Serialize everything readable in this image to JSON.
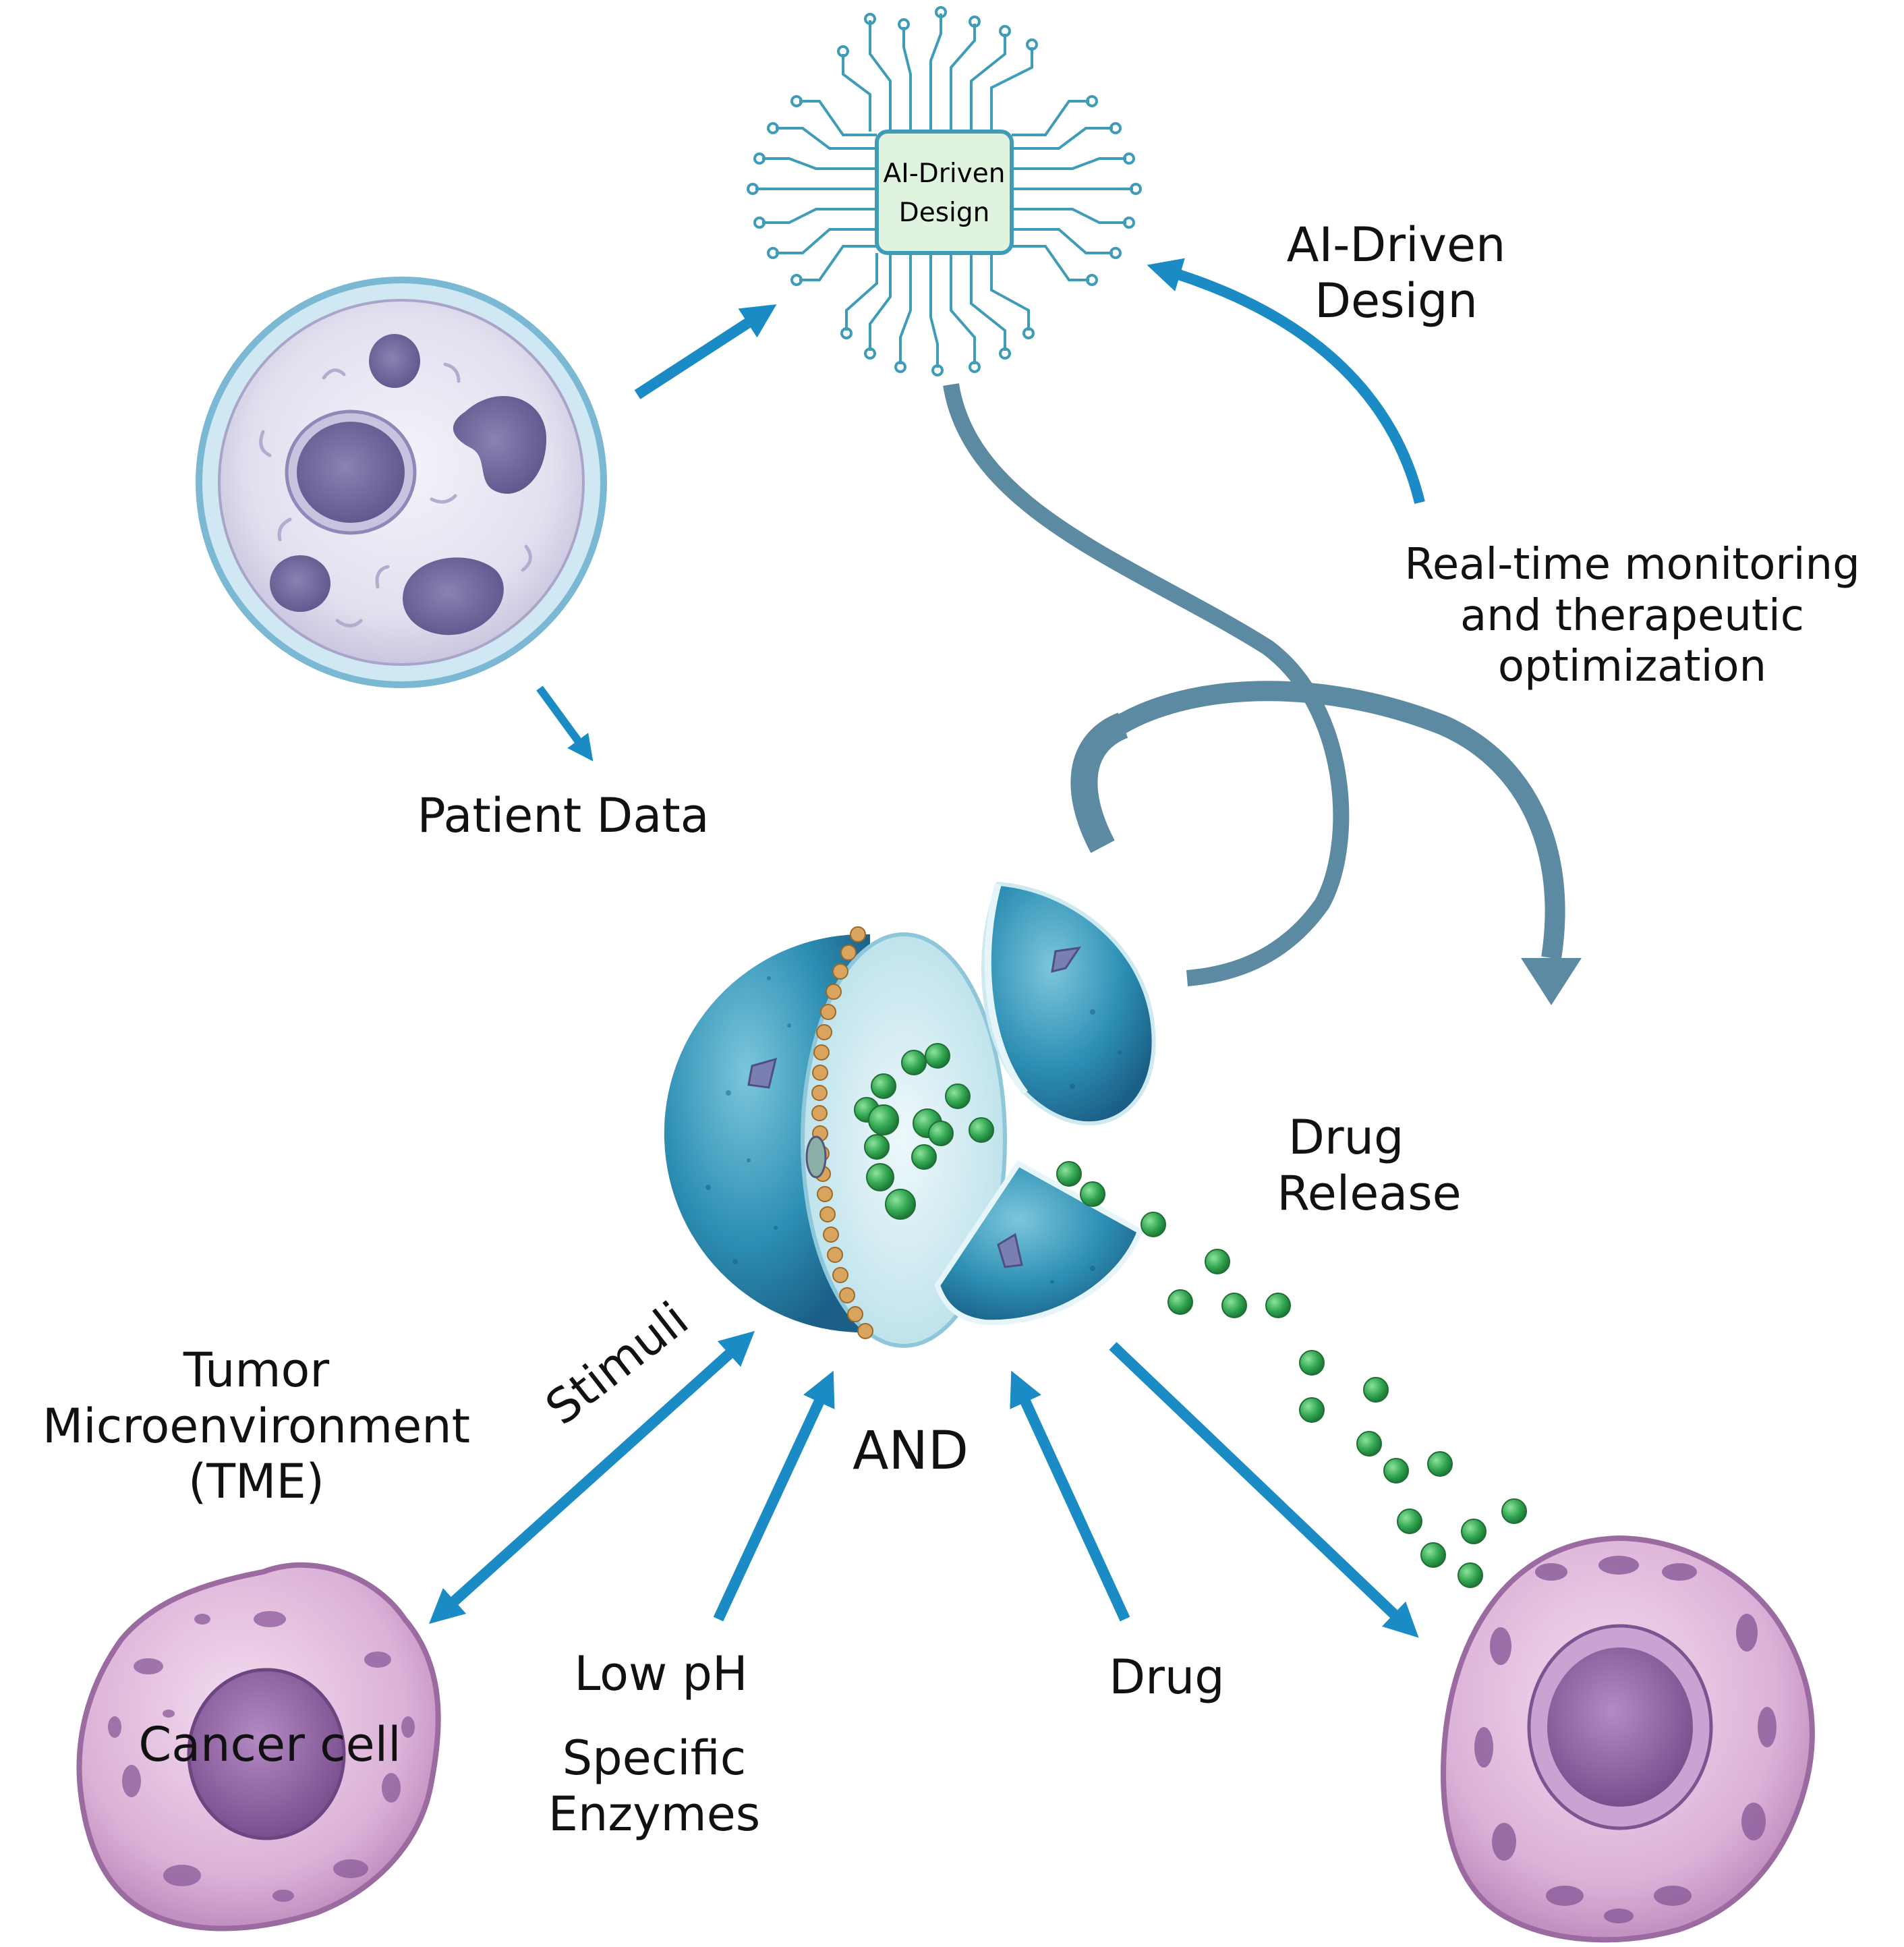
{
  "chip": {
    "line1": "AI-Driven",
    "line2": "Design"
  },
  "labels": {
    "ai_design": {
      "line1": "AI-Driven",
      "line2": "Design"
    },
    "monitoring": {
      "line1": "Real-time monitoring",
      "line2": "and therapeutic",
      "line3": "optimization"
    },
    "patient_data": "Patient Data",
    "drug_release": {
      "line1": "Drug",
      "line2": "Release"
    },
    "stimuli": "Stimuli",
    "tme": {
      "line1": "Tumor",
      "line2": "Microenvironment",
      "line3": "(TME)"
    },
    "and": "AND",
    "low_ph": "Low pH",
    "enzymes": {
      "line1": "Specific",
      "line2": "Enzymes"
    },
    "drug": "Drug",
    "cancer_cell": "Cancer cell"
  },
  "colors": {
    "arrow": "#1a8bc4",
    "ribbon": "#5c8aa3",
    "nanoparticle": "#2b8fb1",
    "drug_particle": "#2e9e4d",
    "cancer_cell": "#cf9fcf",
    "patient_cell": "#dcdcee"
  }
}
